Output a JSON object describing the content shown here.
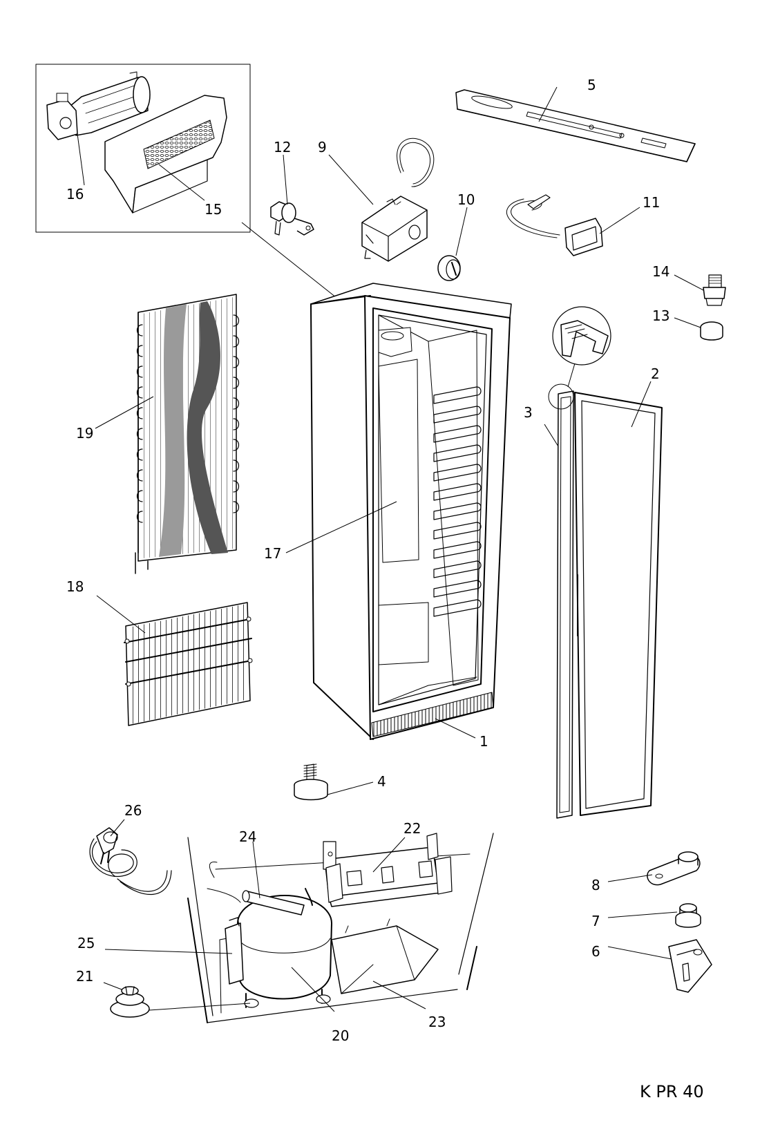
{
  "model_code": "K PR 40",
  "part_labels": {
    "p1": "1",
    "p2": "2",
    "p3": "3",
    "p4": "4",
    "p5": "5",
    "p6": "6",
    "p7": "7",
    "p8": "8",
    "p9": "9",
    "p10": "10",
    "p11": "11",
    "p12": "12",
    "p13": "13",
    "p14": "14",
    "p15": "15",
    "p16": "16",
    "p17": "17",
    "p18": "18",
    "p19": "19",
    "p20": "20",
    "p21": "21",
    "p22": "22",
    "p23": "23",
    "p24": "24",
    "p25": "25",
    "p26": "26"
  }
}
